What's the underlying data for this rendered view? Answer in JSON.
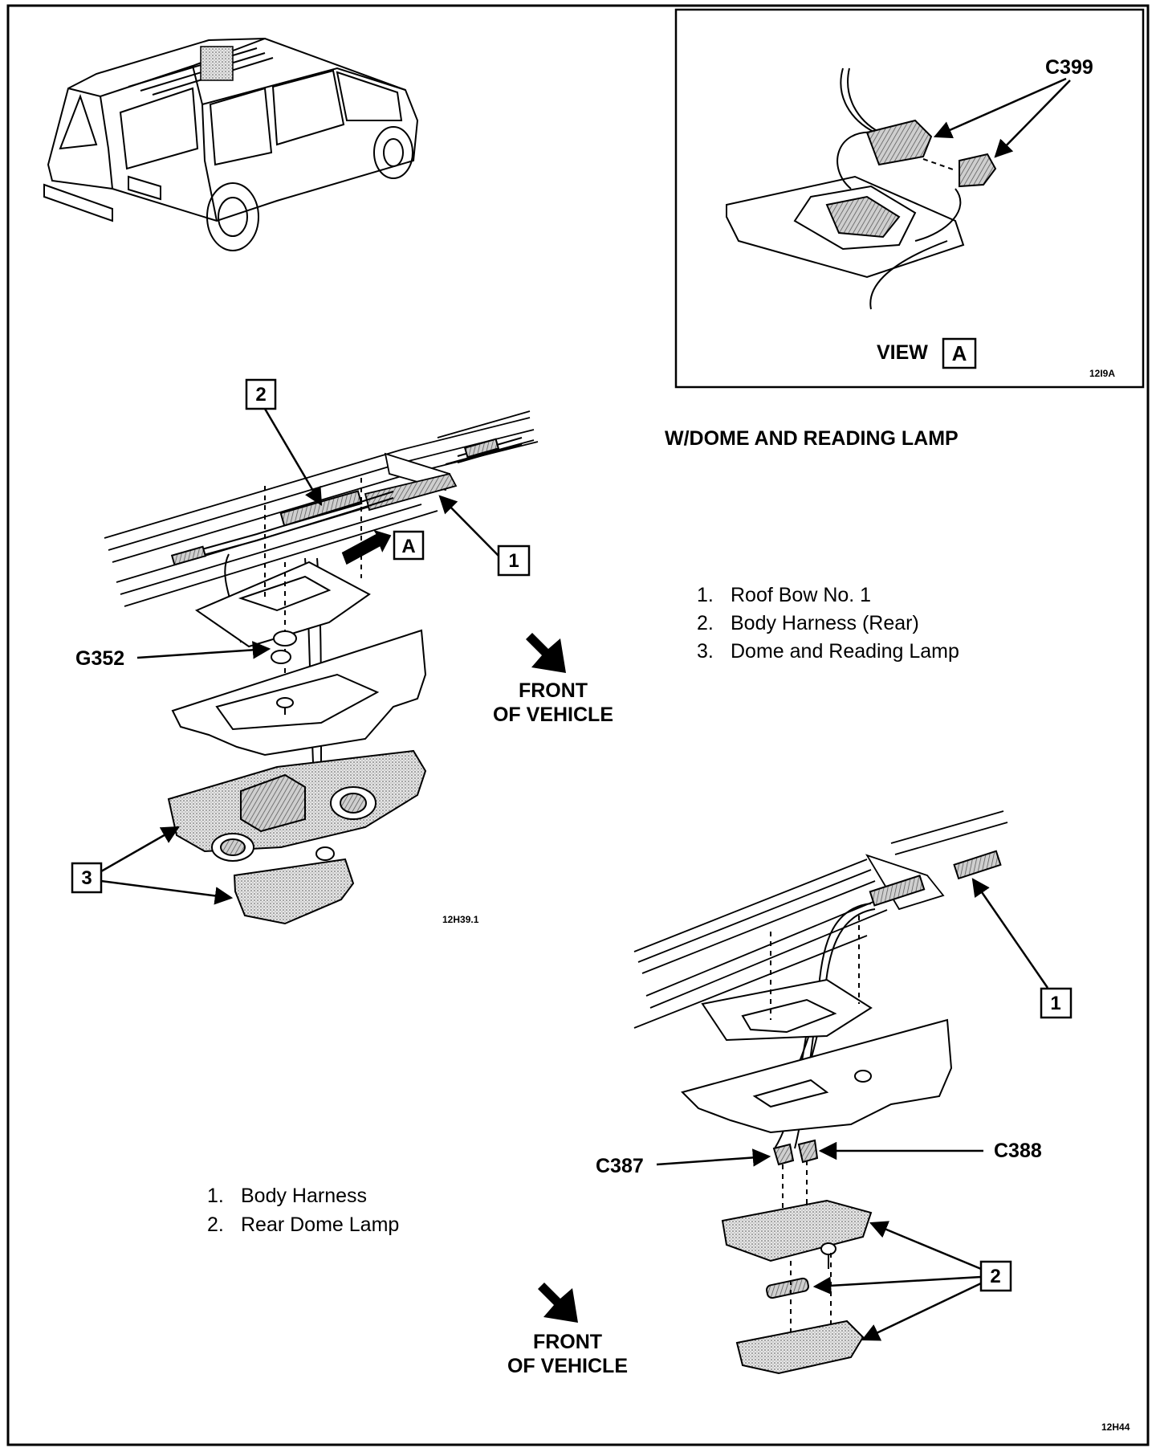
{
  "top": {
    "title": "W/DOME AND READING LAMP",
    "inset": {
      "view_word": "VIEW",
      "view_letter": "A",
      "connector_label": "C399",
      "fig_id": "12I9A"
    },
    "callouts": {
      "c1": "1",
      "c2": "2",
      "c3": "3",
      "view_arrow": "A",
      "ground": "G352"
    },
    "front": {
      "line1": "FRONT",
      "line2": "OF VEHICLE"
    },
    "legend": [
      {
        "num": "1.",
        "text": "Roof Bow No. 1"
      },
      {
        "num": "2.",
        "text": "Body Harness (Rear)"
      },
      {
        "num": "3.",
        "text": "Dome and Reading Lamp"
      }
    ],
    "fig_id": "12H39.1"
  },
  "bottom": {
    "callouts": {
      "c1": "1",
      "c2": "2"
    },
    "connectors": {
      "left": "C387",
      "right": "C388"
    },
    "legend": [
      {
        "num": "1.",
        "text": "Body Harness"
      },
      {
        "num": "2.",
        "text": "Rear Dome Lamp"
      }
    ],
    "front": {
      "line1": "FRONT",
      "line2": "OF VEHICLE"
    },
    "fig_id": "12H44"
  }
}
